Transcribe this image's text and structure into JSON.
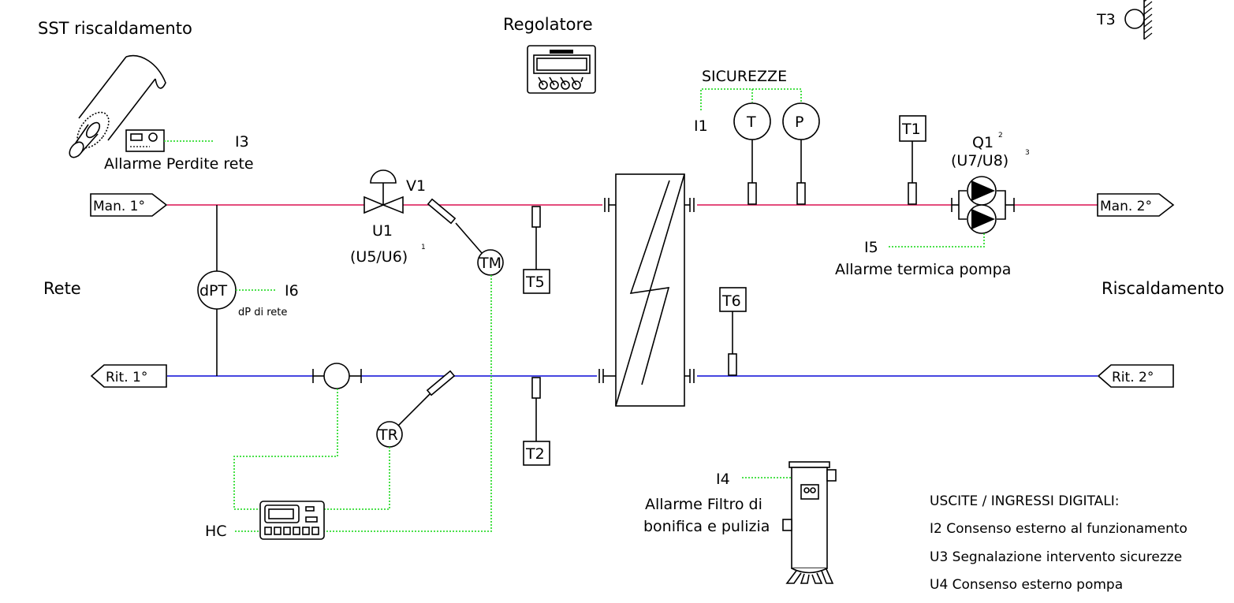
{
  "colors": {
    "supply": "#e0336a",
    "return": "#2b2bdc",
    "signal": "#33dd33",
    "stroke": "#000000"
  },
  "titles": {
    "sst": "SST riscaldamento",
    "regolatore": "Regolatore",
    "sicurezze": "SICUREZZE"
  },
  "sides": {
    "rete": "Rete",
    "riscaldamento": "Riscaldamento"
  },
  "connections": {
    "man1": "Man. 1°",
    "man2": "Man. 2°",
    "rit1": "Rit. 1°",
    "rit2": "Rit. 2°"
  },
  "valve": {
    "tag": "V1",
    "output": "U1",
    "outputs_alt": "(U5/U6)",
    "note": "1"
  },
  "pump": {
    "tag": "Q1",
    "note_tag": "2",
    "outputs": "(U7/U8)",
    "note_outputs": "3",
    "input": "I5",
    "alarm": "Allarme termica pompa"
  },
  "safety": {
    "input": "I1",
    "temp_symbol": "T",
    "press_symbol": "P"
  },
  "sensors": {
    "t1": "T1",
    "t2": "T2",
    "t3": "T3",
    "t5": "T5",
    "t6": "T6",
    "tm": "TM",
    "tr": "TR",
    "dpt": "dPT"
  },
  "dp": {
    "input": "I6",
    "caption": "dP di rete"
  },
  "leak": {
    "input": "I3",
    "alarm": "Allarme Perdite rete"
  },
  "filter": {
    "input": "I4",
    "alarm_line1": "Allarme Filtro di",
    "alarm_line2": "bonifica e pulizia"
  },
  "heat_meter": {
    "tag": "HC"
  },
  "digital_io": {
    "heading": "USCITE / INGRESSI DIGITALI:",
    "items": [
      "I2  Consenso esterno al funzionamento",
      "U3 Segnalazione intervento sicurezze",
      "U4 Consenso esterno pompa"
    ]
  }
}
